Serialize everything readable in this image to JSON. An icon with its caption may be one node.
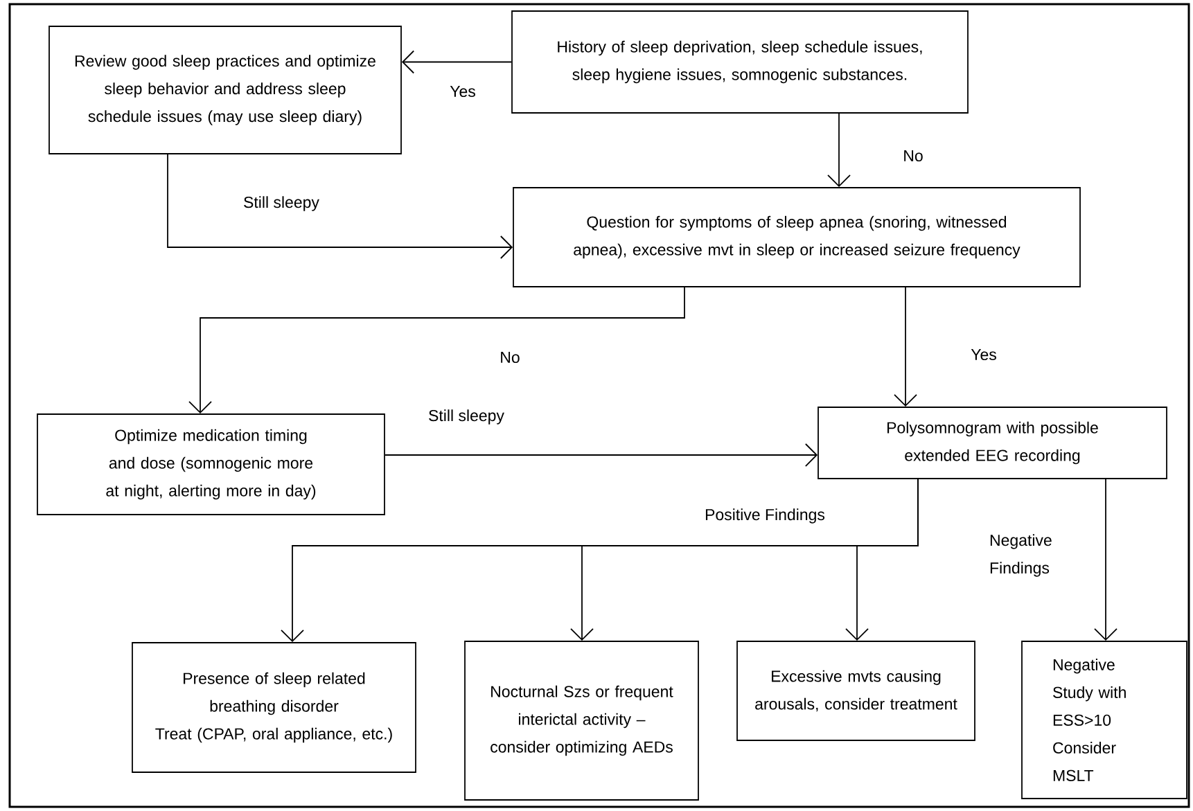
{
  "diagram": {
    "nodes": [
      {
        "text": [
          "History of sleep deprivation, sleep schedule issues, sleep hygiene issues, somnogenic substances."
        ]
      },
      {
        "text": [
          "Review good sleep practices  and optimize sleep behavior and address sleep schedule issues (may use sleep diary)"
        ]
      },
      {
        "text": [
          "Question for symptoms of sleep apnea (snoring, witnessed apnea), excessive mvt in sleep or increased seizure frequency"
        ]
      },
      {
        "text": [
          "Optimize medication timing and dose  (somnogenic more at night, alerting more in day)"
        ]
      },
      {
        "text": [
          "Polysomnogram with possible extended EEG recording"
        ]
      },
      {
        "text": [
          "Presence of sleep related breathing disorder",
          "Treat  (CPAP, oral appliance, etc.)"
        ]
      },
      {
        "text": [
          "Nocturnal Szs or frequent interictal activity – consider optimizing AEDs"
        ]
      },
      {
        "text": [
          "Excessive mvts causing arousals, consider treatment"
        ]
      },
      {
        "text": [
          "Negative Study with ESS>10 Consider MSLT"
        ]
      }
    ],
    "edges": [
      {
        "from": 0,
        "to": 1,
        "arrow": "to",
        "label": "Yes"
      },
      {
        "from": 0,
        "to": 2,
        "arrow": "to",
        "label": "No"
      },
      {
        "from": 1,
        "to": 2,
        "arrow": "to",
        "label": "Still sleepy"
      },
      {
        "from": 2,
        "to": 3,
        "arrow": "to",
        "label": "No"
      },
      {
        "from": 2,
        "to": 4,
        "arrow": "to",
        "label": "Yes"
      },
      {
        "from": 3,
        "to": 4,
        "arrow": "to",
        "label": "Still sleepy"
      },
      {
        "from": 4,
        "to": 5,
        "arrow": "to",
        "label": "Positive  Findings"
      },
      {
        "from": 4,
        "to": 6,
        "arrow": "to"
      },
      {
        "from": 4,
        "to": 7,
        "arrow": "to"
      },
      {
        "from": 4,
        "to": 8,
        "arrow": "to",
        "label": "Negative Findings"
      }
    ]
  }
}
